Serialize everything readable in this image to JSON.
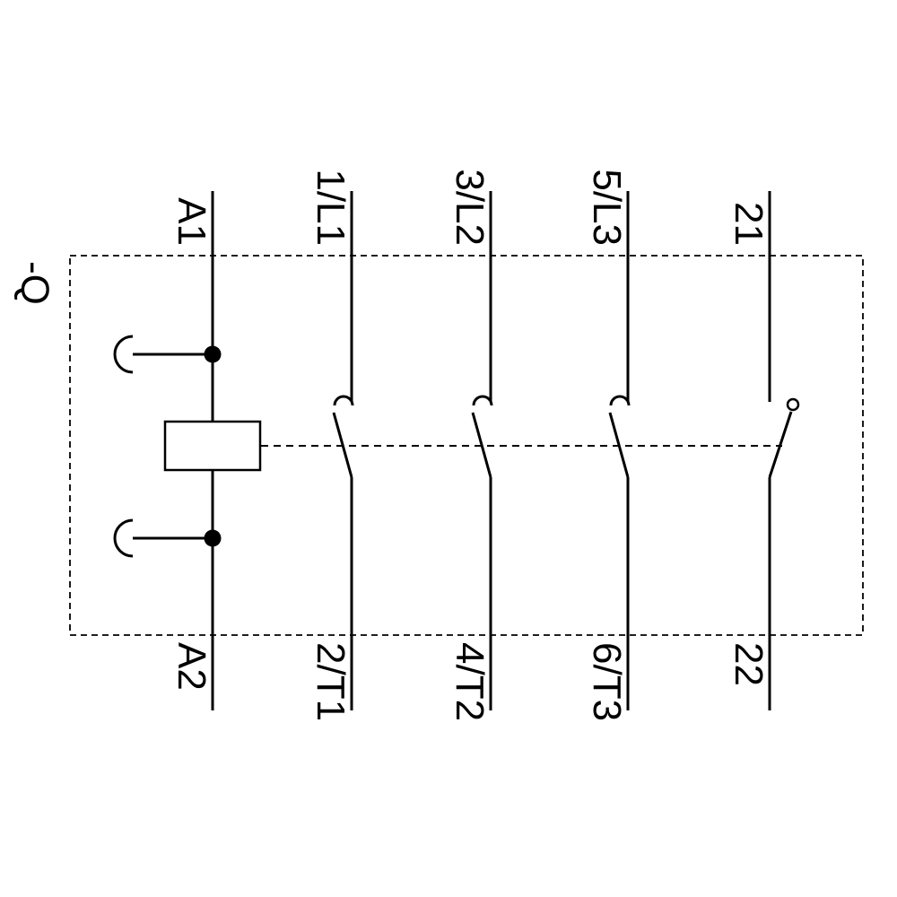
{
  "device": {
    "label": "-Q"
  },
  "terminals": {
    "top": [
      "A1",
      "1/L1",
      "3/L2",
      "5/L3",
      "21"
    ],
    "bottom": [
      "A2",
      "2/T1",
      "4/T2",
      "6/T3",
      "22"
    ]
  },
  "symbols": {
    "coil": "contactor-coil",
    "coil_connection_points": 2,
    "main_contacts": [
      "main-contact-pole-1",
      "main-contact-pole-2",
      "main-contact-pole-3"
    ],
    "auxiliary_contact": "nc-auxiliary-contact-21-22",
    "mechanical_linkage": "dashed-linkage-line",
    "enclosure": "dashed-device-boundary"
  },
  "colors": {
    "stroke": "#000000",
    "background": "#ffffff"
  }
}
